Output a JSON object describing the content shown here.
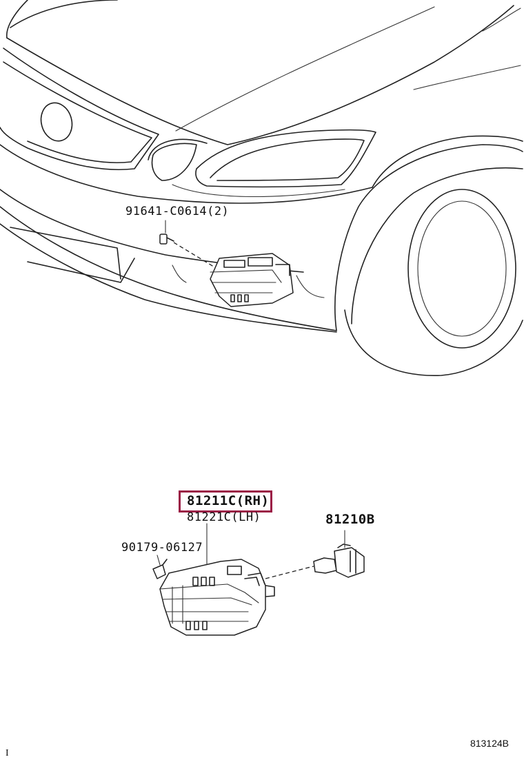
{
  "figure_number": "813124B",
  "corner_mark": "I",
  "highlight_color": "#9b1b45",
  "parts": {
    "screw": {
      "code": "91641-C0614(2)"
    },
    "lamp_rh": {
      "code": "81211C(RH)"
    },
    "lamp_lh": {
      "code": "81221C(LH)"
    },
    "bulb": {
      "code": "81210B"
    },
    "clip": {
      "code": "90179-06127"
    }
  }
}
